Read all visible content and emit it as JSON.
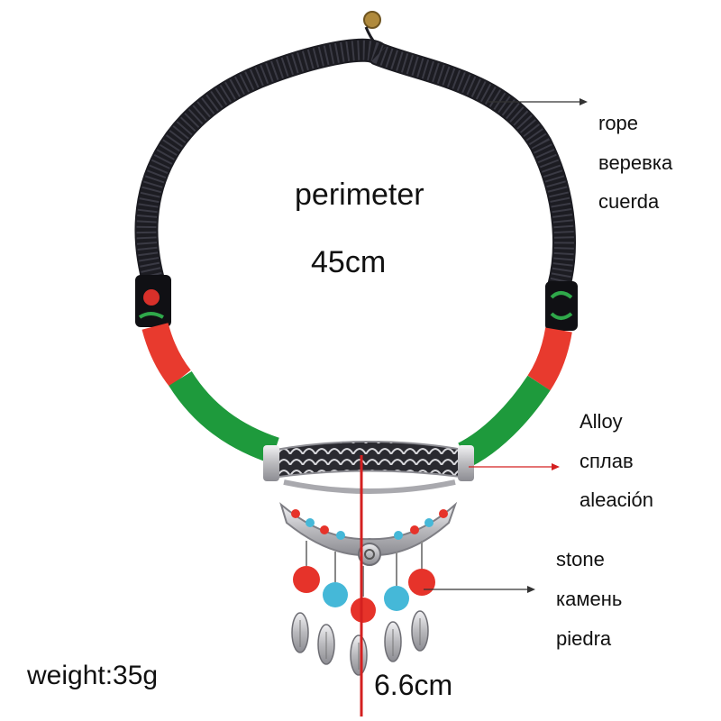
{
  "labels": {
    "perimeter_title": "perimeter",
    "perimeter_value": "45cm",
    "rope": [
      "rope",
      "веревка",
      "cuerda"
    ],
    "alloy": [
      "Alloy",
      "сплав",
      "aleación"
    ],
    "stone": [
      "stone",
      "камень",
      "piedra"
    ],
    "weight": "weight:35g",
    "pendant_length": "6.6cm"
  },
  "colors": {
    "rope_black": "#1c1c22",
    "thread_red": "#e83a2e",
    "thread_green": "#1e9a3c",
    "alloy_silver": "#c9c9cc",
    "bead_red": "#e6332a",
    "bead_turquoise": "#45b8d8",
    "measure_line": "#d42020",
    "arrow": "#333333"
  }
}
